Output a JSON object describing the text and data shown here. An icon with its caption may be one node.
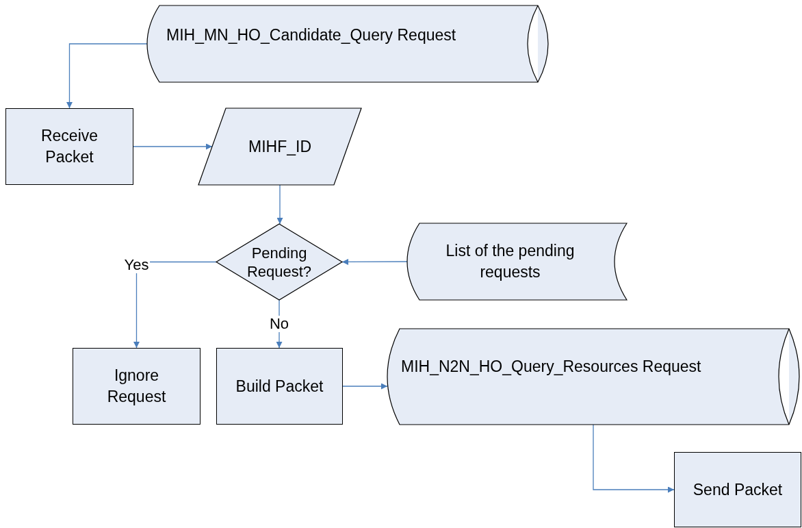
{
  "diagram": {
    "nodes": [
      {
        "text": [
          "MIH_MN_HO_Candidate_Query Request"
        ]
      },
      {
        "text": [
          "Receive Packet"
        ]
      },
      {
        "text": [
          "MIHF_ID"
        ]
      },
      {
        "text": [
          "Pending Request?"
        ]
      },
      {
        "text": [
          "List of the pending requests"
        ]
      },
      {
        "text": [
          "Ignore Request"
        ]
      },
      {
        "text": [
          "Build Packet"
        ]
      },
      {
        "text": [
          "MIH_N2N_HO_Query_Resources Request"
        ]
      },
      {
        "text": [
          "Send Packet"
        ]
      }
    ],
    "edges": [
      {
        "from": 0,
        "to": 1,
        "arrow": "to"
      },
      {
        "from": 1,
        "to": 2,
        "arrow": "to"
      },
      {
        "from": 2,
        "to": 3,
        "arrow": "to"
      },
      {
        "from": 4,
        "to": 3,
        "arrow": "to"
      },
      {
        "from": 3,
        "to": 5,
        "arrow": "to",
        "label": "Yes"
      },
      {
        "from": 3,
        "to": 6,
        "arrow": "to",
        "label": "No"
      },
      {
        "from": 6,
        "to": 7,
        "arrow": "to"
      },
      {
        "from": 7,
        "to": 8,
        "arrow": "to"
      }
    ]
  }
}
